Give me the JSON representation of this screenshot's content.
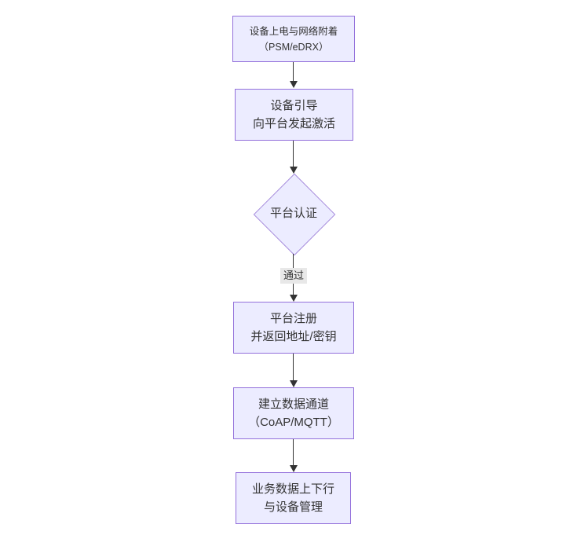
{
  "diagram": {
    "type": "flowchart",
    "direction": "top-down",
    "colors": {
      "background": "#ffffff",
      "node_fill": "#ececff",
      "node_border": "#9370db",
      "text": "#333333",
      "edge": "#333333",
      "edge_label_bg": "#e8e8e8"
    },
    "nodes": [
      {
        "id": "power-attach",
        "shape": "rect",
        "line1": "设备上电与网络附着",
        "line2": "（PSM/eDRX）"
      },
      {
        "id": "bootstrap",
        "shape": "rect",
        "line1": "设备引导",
        "line2": "向平台发起激活"
      },
      {
        "id": "auth",
        "shape": "diamond",
        "line1": "平台认证"
      },
      {
        "id": "register",
        "shape": "rect",
        "line1": "平台注册",
        "line2": "并返回地址/密钥"
      },
      {
        "id": "data-channel",
        "shape": "rect",
        "line1": "建立数据通道",
        "line2": "（CoAP/MQTT）"
      },
      {
        "id": "service",
        "shape": "rect",
        "line1": "业务数据上下行",
        "line2": "与设备管理"
      }
    ],
    "edges": [
      {
        "from": "power-attach",
        "to": "bootstrap",
        "label": ""
      },
      {
        "from": "bootstrap",
        "to": "auth",
        "label": ""
      },
      {
        "from": "auth",
        "to": "register",
        "label": "通过"
      },
      {
        "from": "register",
        "to": "data-channel",
        "label": ""
      },
      {
        "from": "data-channel",
        "to": "service",
        "label": ""
      }
    ]
  }
}
